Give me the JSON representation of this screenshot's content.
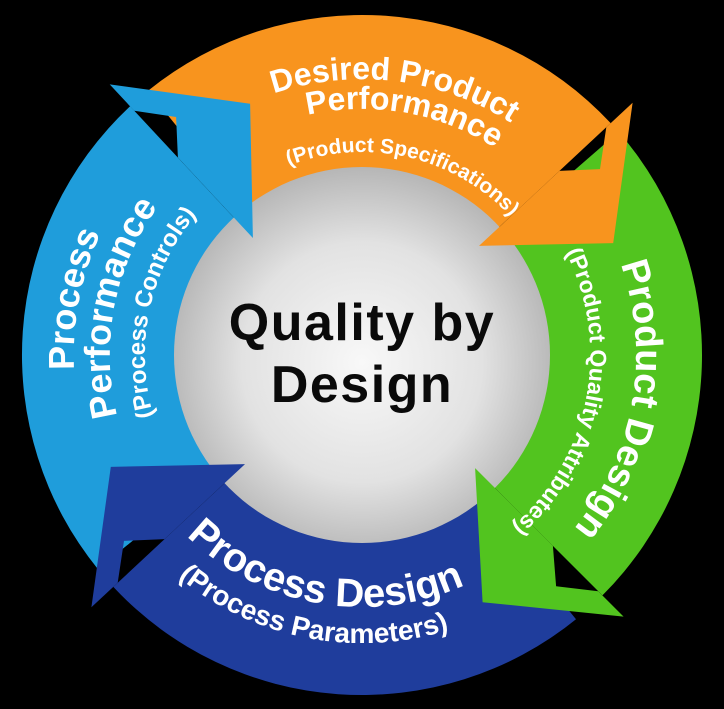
{
  "title": "Quality by Design",
  "background": "#000000",
  "center": {
    "line1": "Quality by",
    "line2": "Design",
    "text_color": "#0A0A0A",
    "gradient_inner": "#F8F8F8",
    "gradient_mid": "#E2E2E2",
    "gradient_outer": "#A9A9A9"
  },
  "segments": [
    {
      "id": "process-performance",
      "color": "#1F9DDB",
      "head_bearing": 317,
      "lines": [
        {
          "text": "Process",
          "radius": 288,
          "bearing": 281,
          "size": 36
        },
        {
          "text": "Performance",
          "radius": 252,
          "bearing": 281,
          "size": 36
        },
        {
          "text": "(Process Controls)",
          "radius": 217,
          "bearing": 282,
          "size": 24
        }
      ]
    },
    {
      "id": "desired-product-performance",
      "color": "#F8941E",
      "head_bearing": 47,
      "lines": [
        {
          "text": "Desired Product",
          "radius": 276,
          "bearing": 7,
          "size": 32
        },
        {
          "text": "Performance",
          "radius": 246,
          "bearing": 10,
          "size": 32
        },
        {
          "text": "(Product Specifications)",
          "radius": 203,
          "bearing": 13,
          "size": 21
        }
      ]
    },
    {
      "id": "product-design",
      "color": "#52C41F",
      "head_bearing": 135,
      "lines": [
        {
          "text": "Product Design",
          "radius": 274,
          "bearing": 100,
          "size": 38
        },
        {
          "text": "(Product Quality Attributes)",
          "radius": 228,
          "bearing": 101,
          "size": 23
        }
      ]
    },
    {
      "id": "process-design",
      "color": "#1F3D9C",
      "head_bearing": 227,
      "flip": true,
      "lines": [
        {
          "text": "Process Design",
          "radius": 252,
          "bearing": 190,
          "size": 40
        },
        {
          "text": "(Process Parameters)",
          "radius": 288,
          "bearing": 191,
          "size": 28
        }
      ]
    }
  ]
}
